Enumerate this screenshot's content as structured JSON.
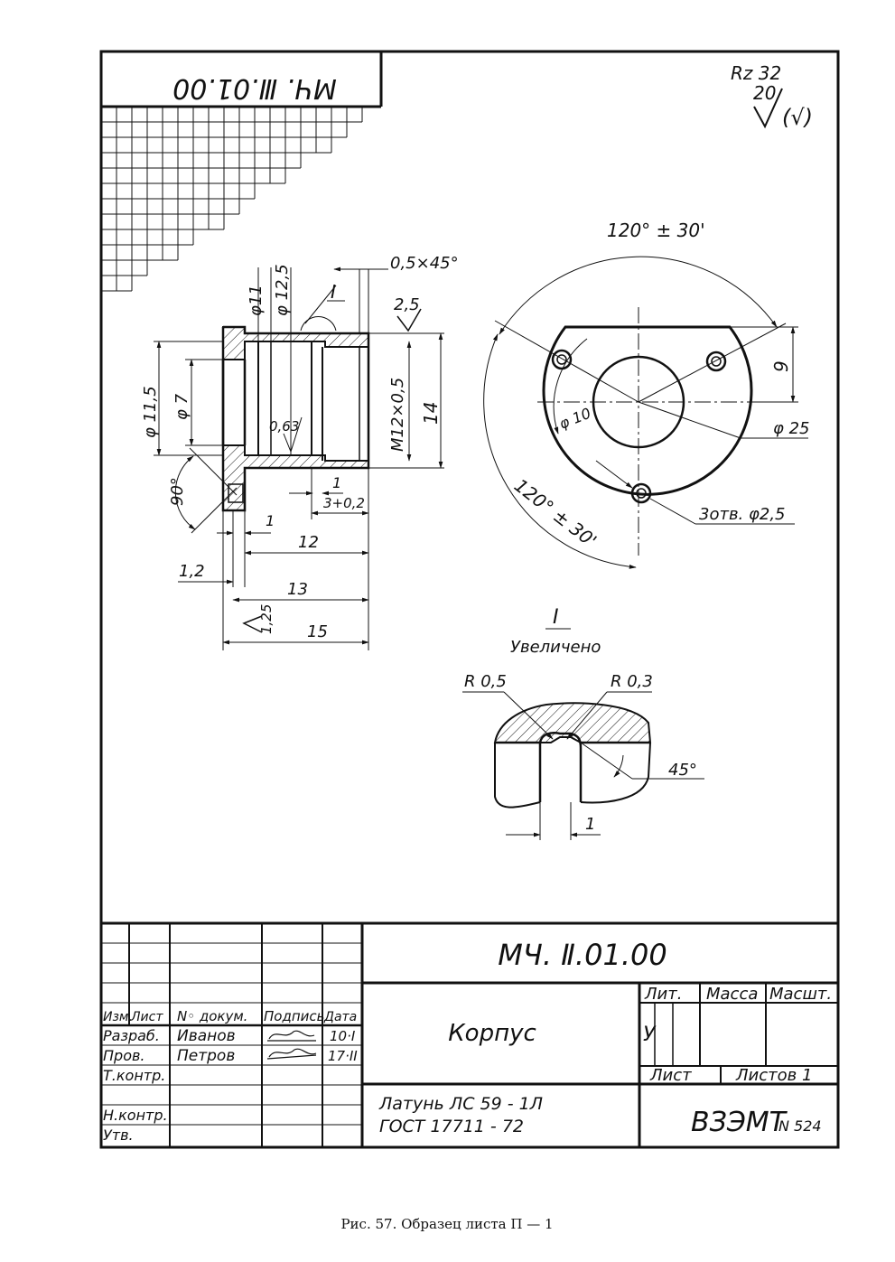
{
  "sheet": {
    "top_designation": "МЧ. Ⅲ.01.00",
    "roughness": {
      "main": "Rz 32",
      "value": "20",
      "paren": "(√)"
    }
  },
  "dimensions": {
    "d11": "φ11",
    "d12_5": "φ 12,5",
    "chamfer": "0,5×45°",
    "view_marker": "I",
    "roughness_bore": "2,5",
    "d11_5": "φ 11,5",
    "d7": "φ 7",
    "ra_063": "0,63",
    "thread": "M12×0,5",
    "h14": "14",
    "angle90": "90°",
    "one_a": "1",
    "three_tol": "3+0,2",
    "one_b": "1",
    "l12": "12",
    "l1_2": "1,2",
    "l13": "13",
    "l15": "15",
    "ra_125": "1,25",
    "angle_top": "120° ± 30'",
    "angle_bottom": "120° ± 30'",
    "h9": "9",
    "d10": "φ 10",
    "d25": "φ 25",
    "holes": "3отв. φ2,5"
  },
  "detail": {
    "marker": "I",
    "caption": "Увеличено",
    "r05": "R 0,5",
    "r03": "R 0,3",
    "angle45": "45°",
    "width1": "1"
  },
  "title_block": {
    "designation": "МЧ. Ⅱ.01.00",
    "name": "Корпус",
    "material_line1": "Латунь  ЛС 59 - 1Л",
    "material_line2": "ГОСТ  17711 - 72",
    "org": "ВЗЭМТ",
    "org_no": "N 524",
    "headers": {
      "izm": "Изм.",
      "list": "Лист",
      "doc": "N◦ докум.",
      "sign": "Подпись",
      "date": "Дата"
    },
    "roles": [
      "Разраб.",
      "Пров.",
      "Т.контр.",
      "Н.контр.",
      "Утв."
    ],
    "names": [
      "Иванов",
      "Петров"
    ],
    "dates": [
      "10·I",
      "17·II"
    ],
    "lit": "Лит.",
    "mass": "Масса",
    "scale": "Масшт.",
    "lit_val": "У",
    "sheet": "Лист",
    "sheets": "Листов  1"
  },
  "caption": "Рис. 57. Образец листа П — 1"
}
